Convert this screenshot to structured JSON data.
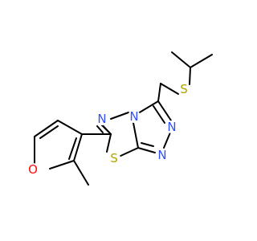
{
  "molecule": {
    "atoms": [
      {
        "id": "O_furan",
        "symbol": "O",
        "color": "#ff0d0d"
      },
      {
        "id": "N_bridge",
        "symbol": "N",
        "color": "#3050f8"
      },
      {
        "id": "N_triazole_1",
        "symbol": "N",
        "color": "#3050f8"
      },
      {
        "id": "N_triazole_2",
        "symbol": "N",
        "color": "#3050f8"
      },
      {
        "id": "N_thiadiazole",
        "symbol": "N",
        "color": "#3050f8"
      },
      {
        "id": "S_ring",
        "symbol": "S",
        "color": "#b2a400"
      },
      {
        "id": "S_thioether",
        "symbol": "S",
        "color": "#b2a400"
      }
    ],
    "bond_color": "#000000"
  }
}
